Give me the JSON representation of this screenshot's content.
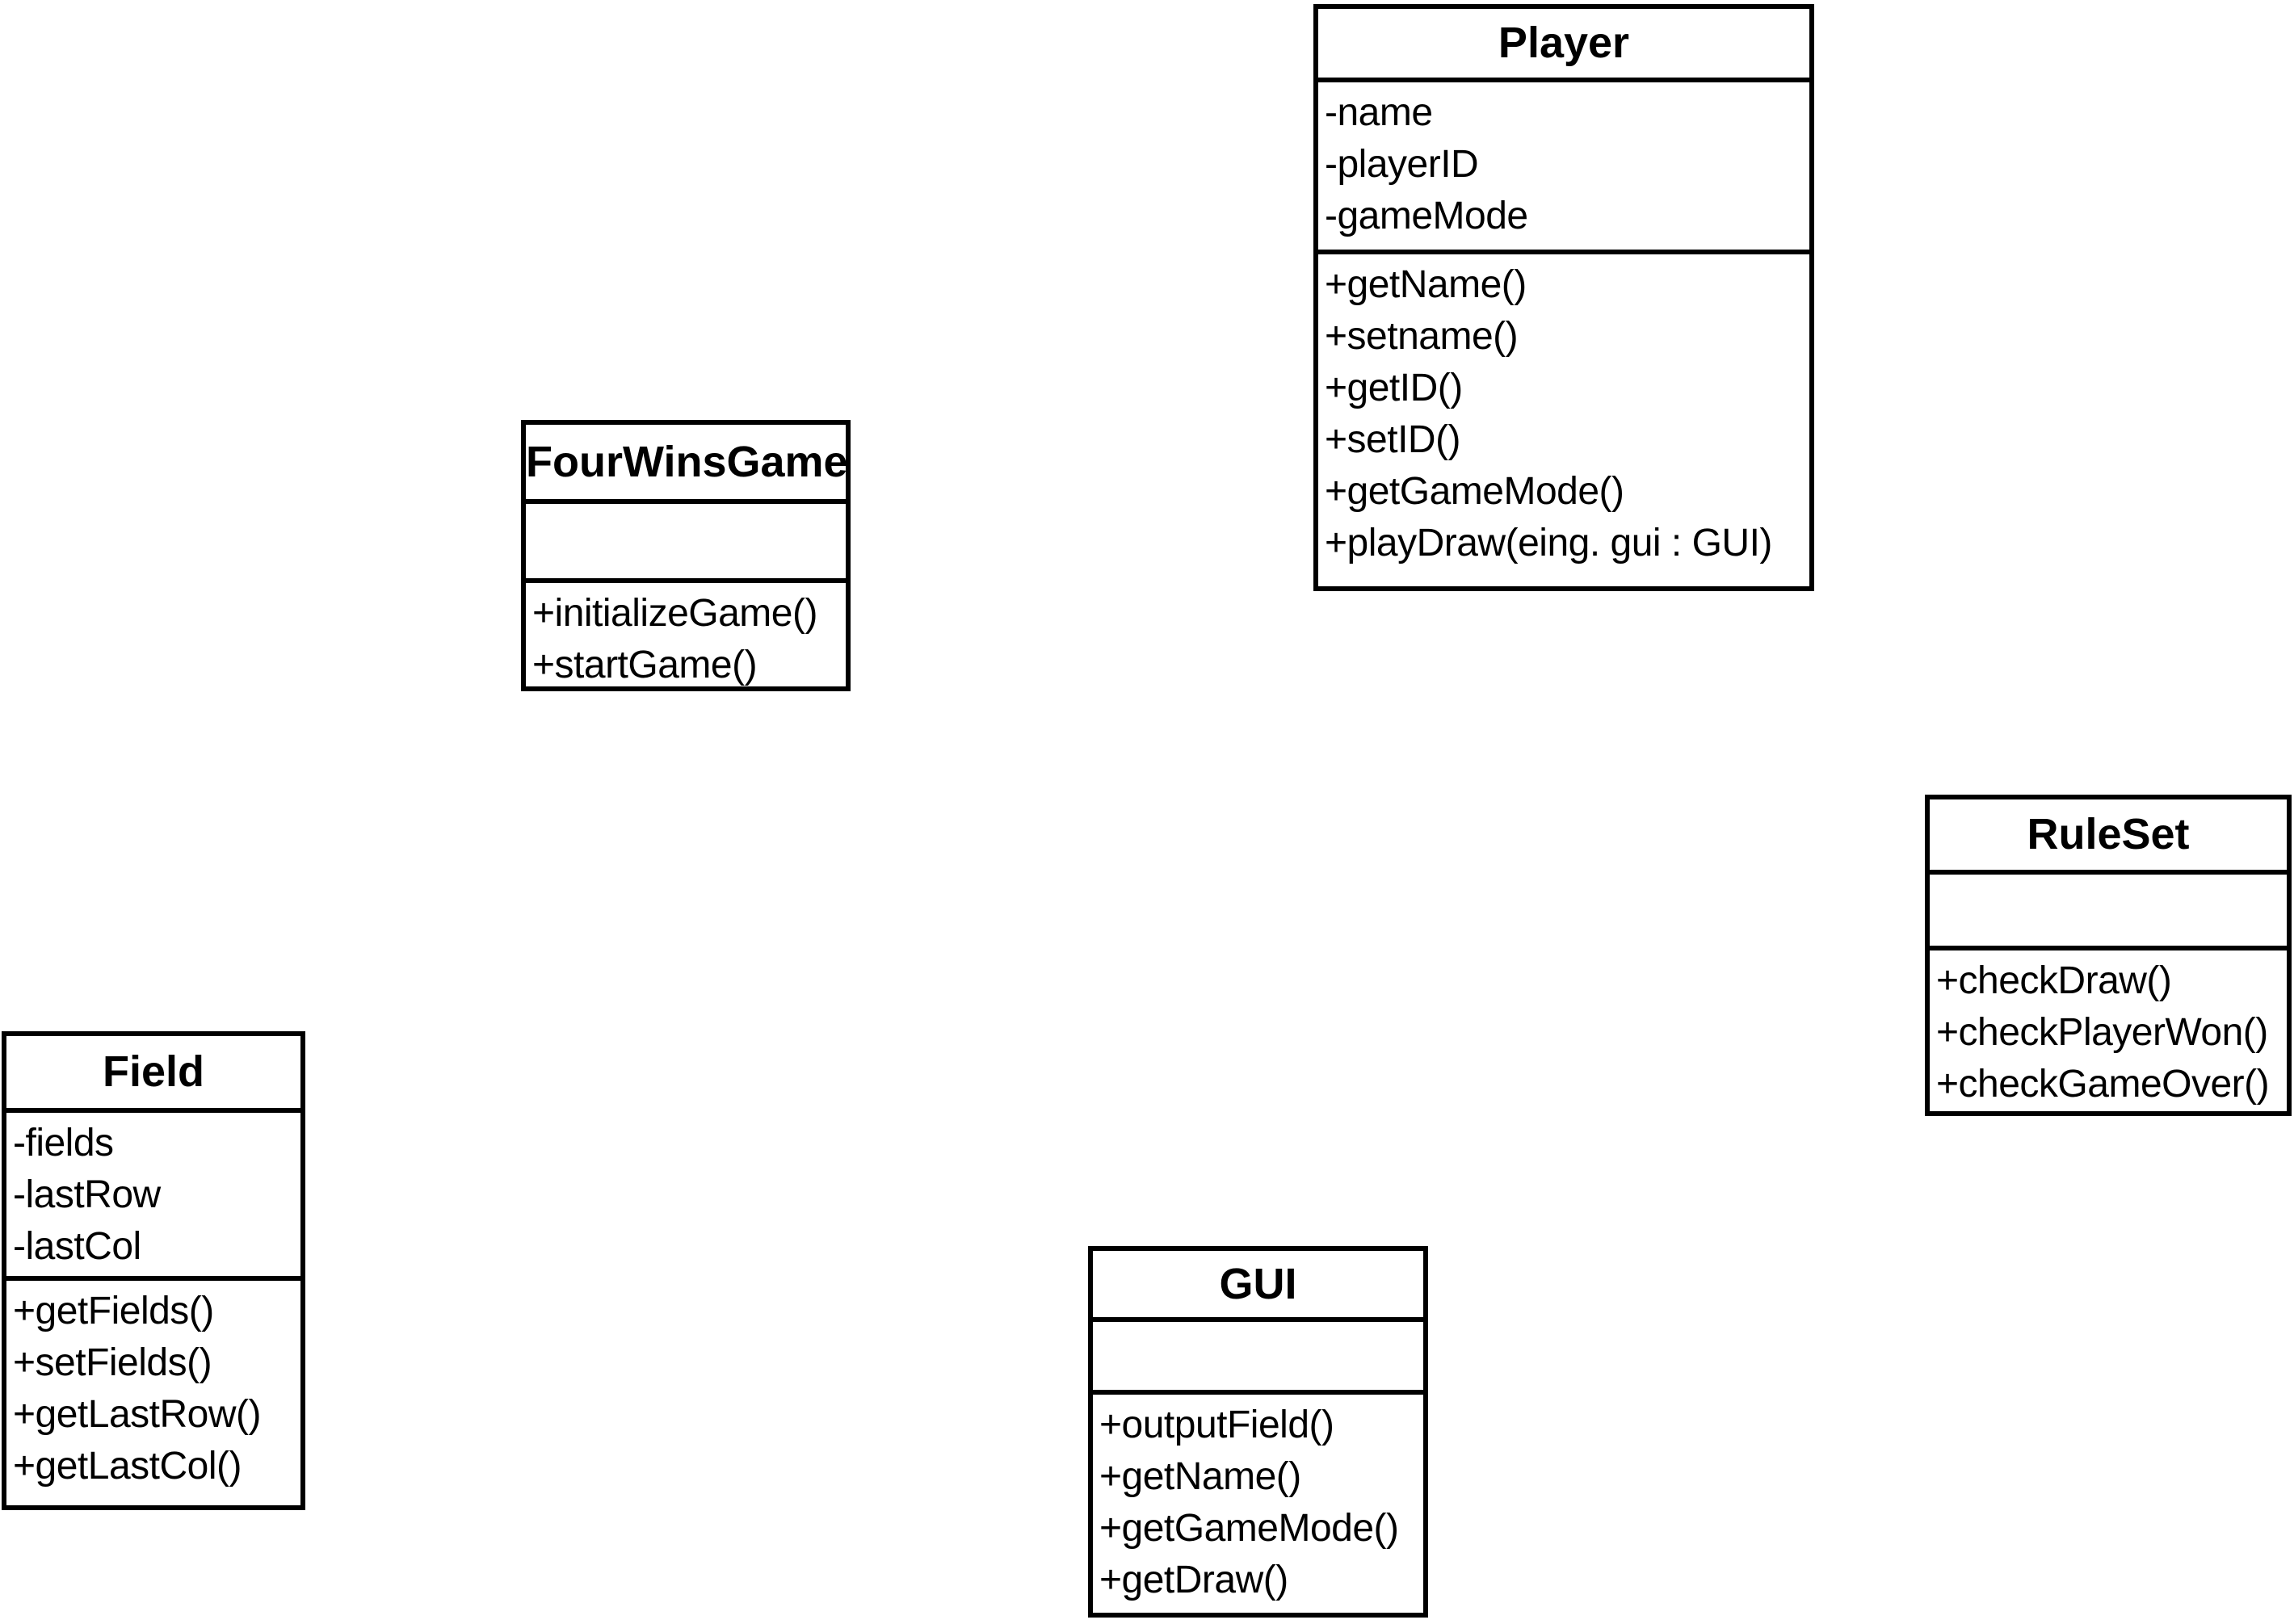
{
  "diagram": {
    "type": "uml-class-diagram",
    "background_color": "#ffffff",
    "border_color": "#000000",
    "text_color": "#000000"
  },
  "classes": [
    {
      "name": "Player",
      "attributes": [
        "-name",
        "-playerID",
        "-gameMode"
      ],
      "methods": [
        "+getName()",
        "+setname()",
        "+getID()",
        "+setID()",
        "+getGameMode()",
        "+playDraw(eing. gui : GUI)"
      ]
    },
    {
      "name": "FourWinsGame",
      "attributes": [],
      "methods": [
        "+initializeGame()",
        "+startGame()"
      ]
    },
    {
      "name": "RuleSet",
      "attributes": [],
      "methods": [
        "+checkDraw()",
        "+checkPlayerWon()",
        "+checkGameOver()"
      ]
    },
    {
      "name": "Field",
      "attributes": [
        "-fields",
        "-lastRow",
        "-lastCol"
      ],
      "methods": [
        "+getFields()",
        "+setFields()",
        "+getLastRow()",
        "+getLastCol()"
      ]
    },
    {
      "name": "GUI",
      "attributes": [],
      "methods": [
        "+outputField()",
        "+getName()",
        "+getGameMode()",
        "+getDraw()"
      ]
    }
  ]
}
